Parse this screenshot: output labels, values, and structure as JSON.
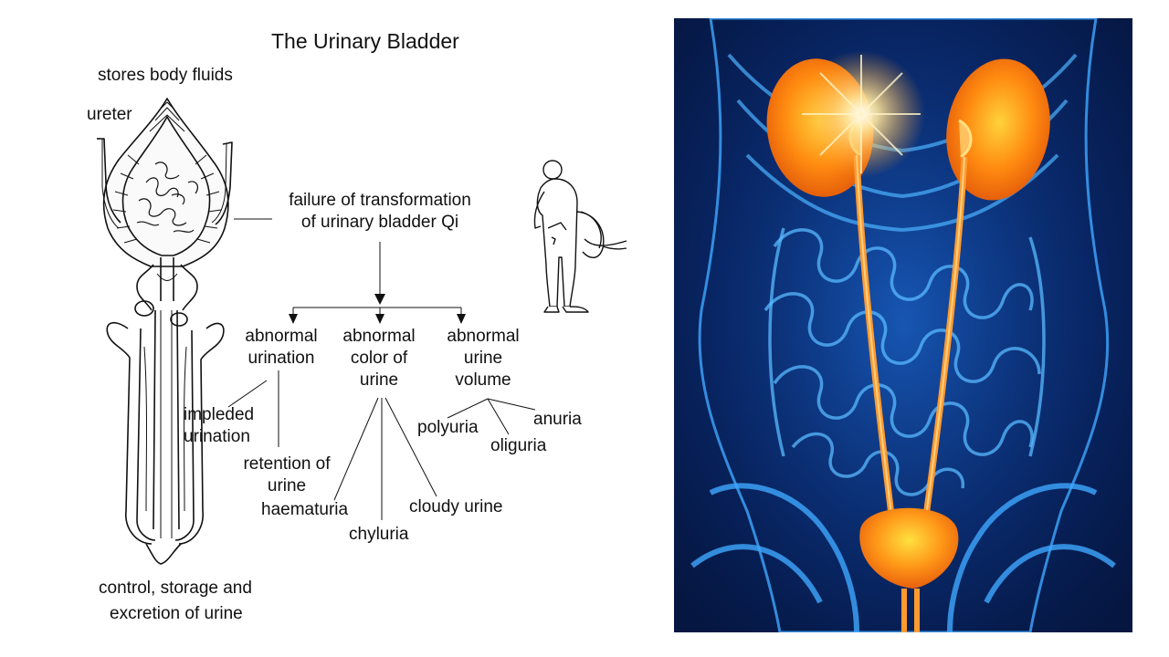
{
  "title": "The Urinary Bladder",
  "bladder_labels": {
    "stores": "stores body fluids",
    "ureter": "ureter",
    "function_line1": "control, storage and",
    "function_line2": "excretion of urine"
  },
  "root": {
    "line1": "failure of transformation",
    "line2": "of urinary bladder Qi"
  },
  "branches": [
    {
      "lines": [
        "abnormal",
        "urination"
      ],
      "children": [
        [
          "impleded",
          "urination"
        ],
        [
          "retention of",
          "urine"
        ]
      ]
    },
    {
      "lines": [
        "abnormal",
        "color of",
        "urine"
      ],
      "children": [
        [
          "haematuria"
        ],
        [
          "chyluria"
        ],
        [
          "cloudy urine"
        ]
      ]
    },
    {
      "lines": [
        "abnormal",
        "urine",
        "volume"
      ],
      "children": [
        [
          "polyuria"
        ],
        [
          "oliguria"
        ],
        [
          "anuria"
        ]
      ]
    }
  ],
  "colors": {
    "photo_background": "#071a4a",
    "glow_blue": "#3fa8ff",
    "organ_orange": "#ff8a10",
    "organ_yellow": "#ffd23a"
  },
  "icons": [
    "bladder-illustration",
    "man-urinating-illustration",
    "urinary-system-3d-photo"
  ]
}
